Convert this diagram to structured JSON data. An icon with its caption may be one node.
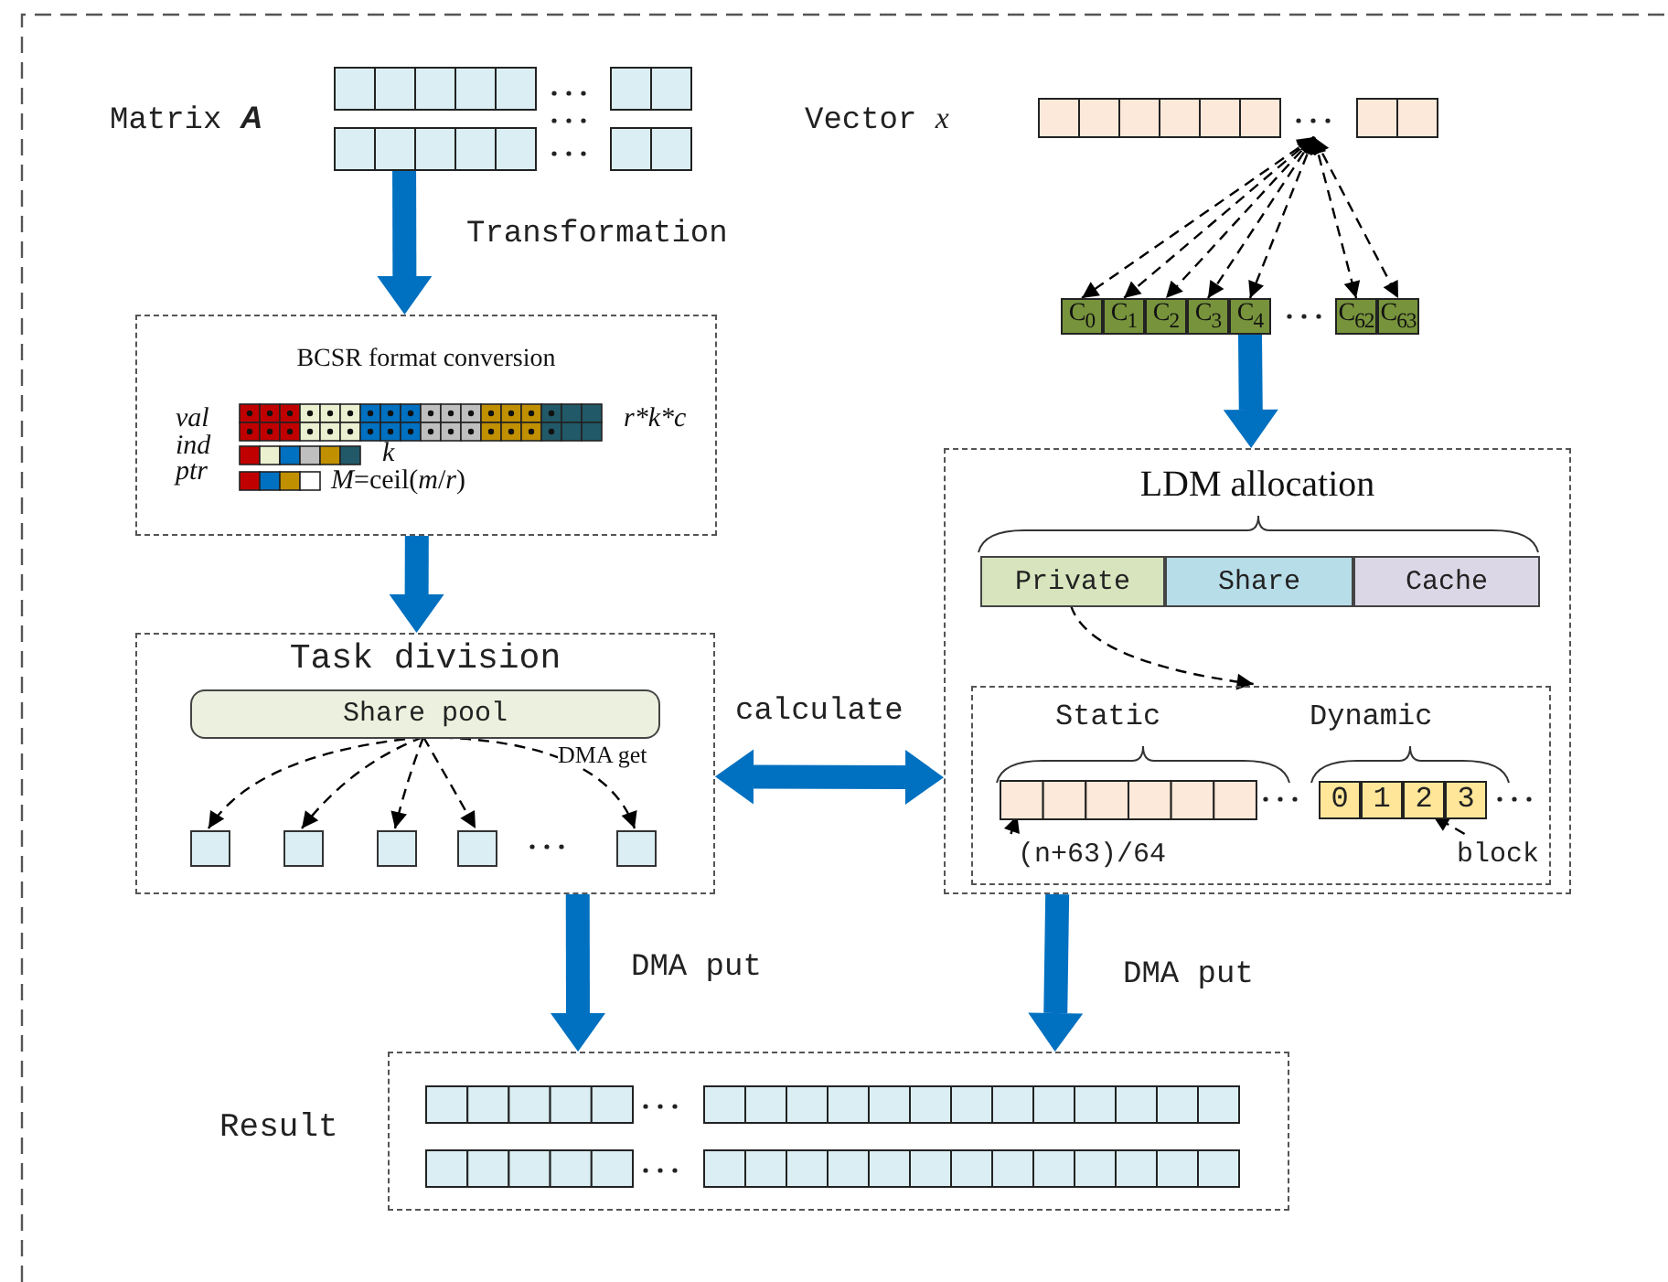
{
  "diagram": {
    "nodes": [
      {
        "text": [],
        "shape": "box",
        "beside": [
          "Matrix *A*"
        ]
      },
      {
        "text": [
          "BCSR format conversion",
          "val",
          "ind",
          "ptr",
          "r*k*c",
          "k",
          "*M*=ceil(*m*/*r*)"
        ]
      },
      {
        "text": [
          "Task division"
        ]
      },
      {
        "text": [
          "Share pool"
        ],
        "in": 2
      },
      {
        "text": [],
        "shape": "box",
        "in": 2
      },
      {
        "text": [],
        "shape": "box",
        "in": 2
      },
      {
        "text": [],
        "shape": "box",
        "in": 2
      },
      {
        "text": [],
        "shape": "box",
        "in": 2
      },
      {
        "text": [],
        "shape": "box",
        "in": 2
      },
      {
        "text": [],
        "shape": "box",
        "beside": [
          "Vector *x*"
        ]
      },
      {
        "text": [
          "C$_{0}$"
        ]
      },
      {
        "text": [
          "C$_{1}$"
        ]
      },
      {
        "text": [
          "C$_{2}$"
        ]
      },
      {
        "text": [
          "C$_{3}$"
        ]
      },
      {
        "text": [
          "C$_{4}$"
        ]
      },
      {
        "text": [
          "C$_{62}$"
        ]
      },
      {
        "text": [
          "C$_{63}$"
        ]
      },
      {
        "text": [
          "LDM allocation"
        ]
      },
      {
        "text": [
          "Private"
        ],
        "in": 17
      },
      {
        "text": [
          "Share"
        ],
        "in": 17
      },
      {
        "text": [
          "Cache"
        ],
        "in": 17
      },
      {
        "text": [],
        "shape": "box",
        "in": 17
      },
      {
        "text": [],
        "shape": "box",
        "in": 21,
        "beside": [
          "Static"
        ]
      },
      {
        "text": [
          "0",
          "1",
          "2",
          "3"
        ],
        "in": 21,
        "beside": [
          "Dynamic"
        ]
      },
      {
        "text": [
          "(n+63)/64"
        ],
        "in": 21
      },
      {
        "text": [
          "block"
        ],
        "in": 21
      },
      {
        "text": [],
        "shape": "box",
        "beside": [
          "Result"
        ]
      }
    ],
    "edges": [
      {
        "from": 0,
        "to": 1,
        "arrow": "to",
        "label": "Transformation",
        "style": "thick",
        "color": "#0070c0"
      },
      {
        "from": 1,
        "to": 2,
        "arrow": "to",
        "style": "thick",
        "color": "#0070c0"
      },
      {
        "from": 3,
        "to": 4,
        "arrow": "to",
        "style": "dashed"
      },
      {
        "from": 3,
        "to": 5,
        "arrow": "to",
        "style": "dashed"
      },
      {
        "from": 3,
        "to": 6,
        "arrow": "to",
        "style": "dashed"
      },
      {
        "from": 3,
        "to": 7,
        "arrow": "to",
        "style": "dashed"
      },
      {
        "from": 3,
        "to": 8,
        "arrow": "to",
        "style": "dashed",
        "label": "DMA get"
      },
      {
        "from": 9,
        "to": 10,
        "arrow": "both",
        "style": "dashed"
      },
      {
        "from": 9,
        "to": 11,
        "arrow": "both",
        "style": "dashed"
      },
      {
        "from": 9,
        "to": 12,
        "arrow": "both",
        "style": "dashed"
      },
      {
        "from": 9,
        "to": 13,
        "arrow": "both",
        "style": "dashed"
      },
      {
        "from": 9,
        "to": 14,
        "arrow": "both",
        "style": "dashed"
      },
      {
        "from": 9,
        "to": 15,
        "arrow": "both",
        "style": "dashed"
      },
      {
        "from": 9,
        "to": 16,
        "arrow": "both",
        "style": "dashed"
      },
      {
        "from": 14,
        "to": 17,
        "arrow": "to",
        "style": "thick",
        "color": "#0070c0"
      },
      {
        "from": 18,
        "to": 21,
        "arrow": "to",
        "style": "dashed"
      },
      {
        "from": 24,
        "to": 22,
        "arrow": "to",
        "style": "dashed"
      },
      {
        "from": 25,
        "to": 23,
        "arrow": "to",
        "style": "dashed"
      },
      {
        "from": 2,
        "to": 17,
        "arrow": "both",
        "label": "calculate",
        "style": "thick",
        "color": "#0070c0"
      },
      {
        "from": 2,
        "to": 26,
        "arrow": "to",
        "label": "DMA put",
        "style": "thick",
        "color": "#0070c0"
      },
      {
        "from": 17,
        "to": 26,
        "arrow": "to",
        "label": "DMA put",
        "style": "thick",
        "color": "#0070c0"
      }
    ]
  }
}
